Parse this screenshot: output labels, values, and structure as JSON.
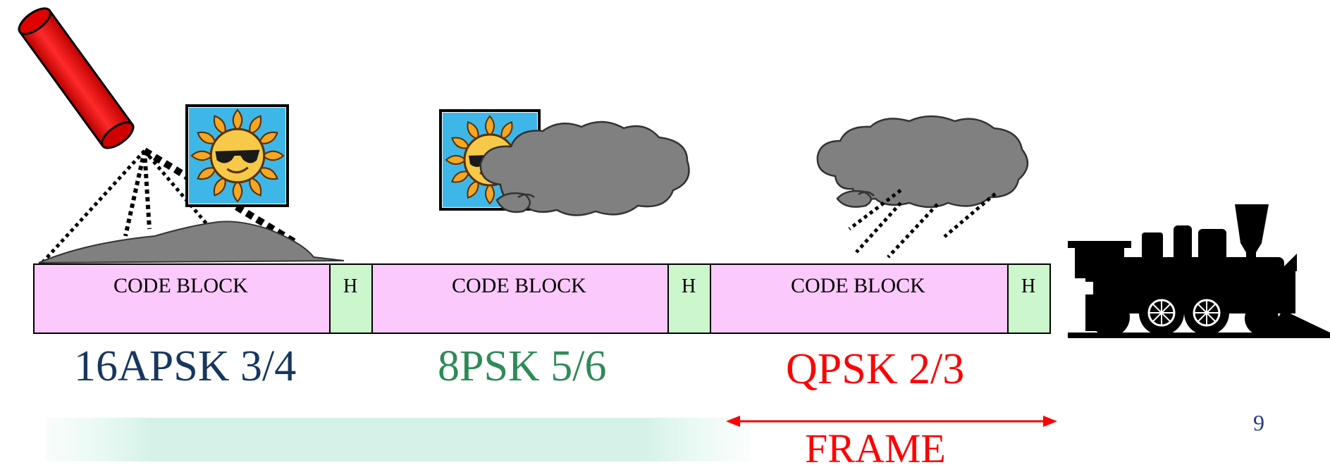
{
  "blocks": [
    {
      "code_label": "CODE BLOCK",
      "header_label": "H",
      "modulation": "16APSK 3/4",
      "modulation_color": "#17375e",
      "weather": "clear sky - sun"
    },
    {
      "code_label": "CODE BLOCK",
      "header_label": "H",
      "modulation": "8PSK 5/6",
      "modulation_color": "#2e8b57",
      "weather": "partly cloudy - sun behind cloud"
    },
    {
      "code_label": "CODE BLOCK",
      "header_label": "H",
      "modulation": "QPSK 2/3",
      "modulation_color": "#ff0000",
      "weather": "rain cloud"
    }
  ],
  "frame": {
    "label": "FRAME",
    "color": "#ff0000"
  },
  "page_number": "9",
  "colors": {
    "code_block_fill": "#fcc9fc",
    "header_fill": "#ccf6cc",
    "cloud": "#808080",
    "hill": "#808080",
    "telescope": "#ff0000",
    "train": "#000000",
    "page_number": "#1f3a93"
  },
  "icons": [
    "telescope-icon",
    "sun-icon",
    "cloud-icon",
    "rain-icon",
    "hill-icon",
    "locomotive-icon"
  ]
}
